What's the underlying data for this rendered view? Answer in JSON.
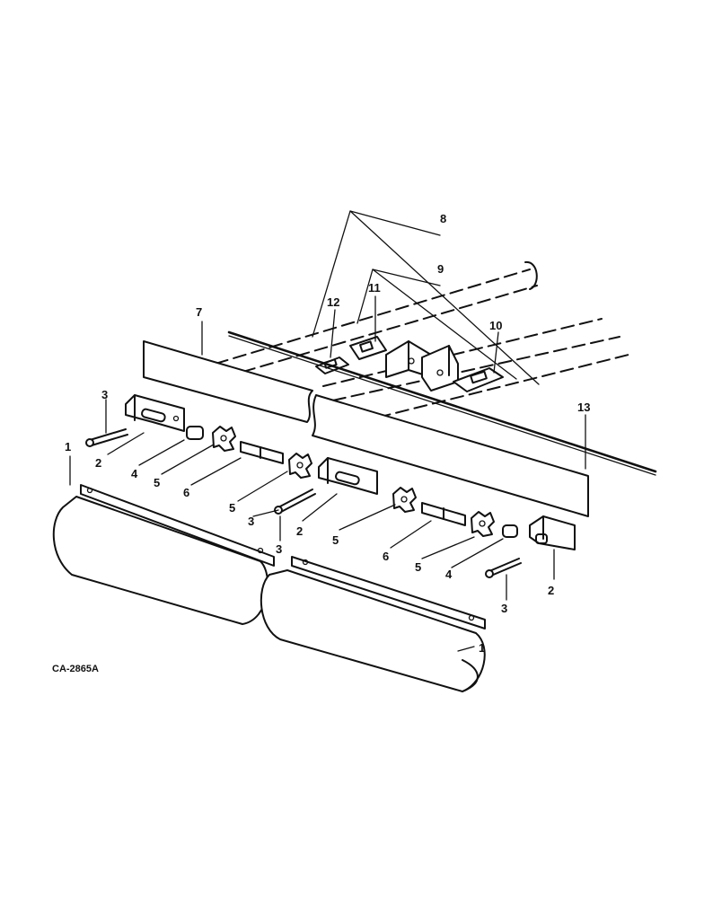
{
  "figure_code": "CA-2865A",
  "callouts": {
    "c1a": "1",
    "c1b": "1",
    "c2a": "2",
    "c2b": "2",
    "c2c": "2",
    "c3a": "3",
    "c3b": "3",
    "c3c": "3",
    "c3d": "3",
    "c4a": "4",
    "c4b": "4",
    "c5a": "5",
    "c5b": "5",
    "c5c": "5",
    "c5d": "5",
    "c6a": "6",
    "c6b": "6",
    "c7": "7",
    "c8": "8",
    "c9": "9",
    "c10": "10",
    "c11": "11",
    "c12": "12",
    "c13": "13"
  }
}
